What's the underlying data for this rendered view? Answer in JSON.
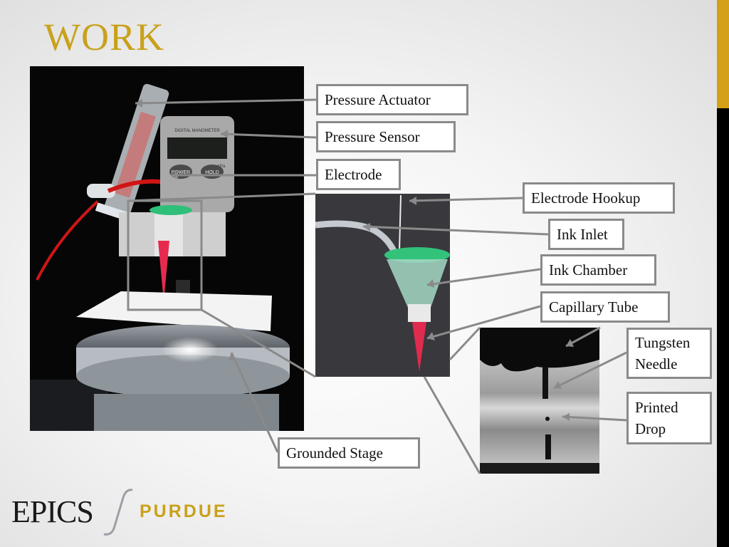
{
  "slide": {
    "title": "WORK",
    "labels": {
      "pressure_actuator": "Pressure Actuator",
      "pressure_sensor": "Pressure Sensor",
      "electrode": "Electrode",
      "electrode_hookup": "Electrode Hookup",
      "ink_inlet": "Ink Inlet",
      "ink_chamber": "Ink Chamber",
      "capillary_tube": "Capillary Tube",
      "tungsten_needle": "Tungsten\nNeedle",
      "printed_drop": "Printed\nDrop",
      "grounded_stage": "Grounded Stage"
    },
    "device_text": {
      "model": "DIGITAL MANOMETER",
      "unit": "kPa",
      "power": "POWER",
      "hold": "HOLD"
    },
    "logo": {
      "left": "EPICS",
      "right": "PURDUE"
    }
  },
  "colors": {
    "title_gold": "#c9a11a",
    "side_gold": "#d4a017",
    "callout_gray": "#8a8a8a"
  }
}
